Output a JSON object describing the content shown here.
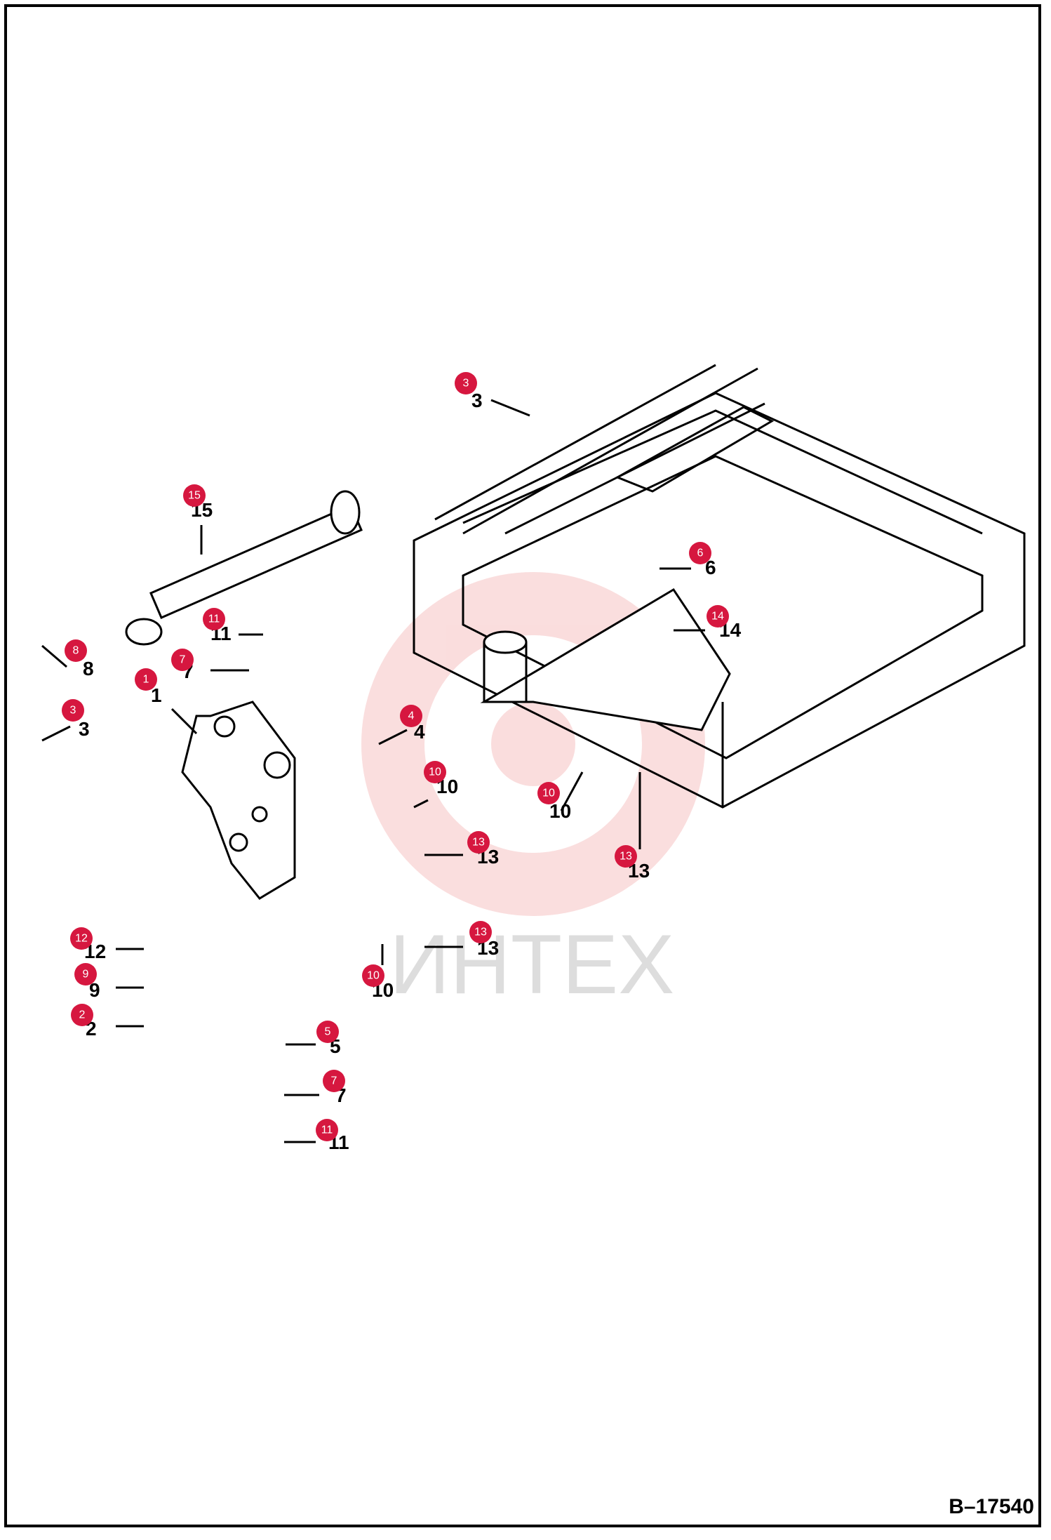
{
  "drawing_number": "B–17540",
  "watermark": {
    "text": "ИНТЕХ",
    "color": "#f4b6b6"
  },
  "badge_color": "#d6173f",
  "callouts": [
    {
      "id": "c3a",
      "label": "3",
      "badge": "3"
    },
    {
      "id": "c15",
      "label": "15",
      "badge": "15"
    },
    {
      "id": "c6",
      "label": "6",
      "badge": "6"
    },
    {
      "id": "c14",
      "label": "14",
      "badge": "14"
    },
    {
      "id": "c8",
      "label": "8",
      "badge": "8"
    },
    {
      "id": "c11a",
      "label": "11",
      "badge": "11"
    },
    {
      "id": "c7a",
      "label": "7",
      "badge": "7"
    },
    {
      "id": "c1",
      "label": "1",
      "badge": "1"
    },
    {
      "id": "c4",
      "label": "4",
      "badge": "4"
    },
    {
      "id": "c3b",
      "label": "3",
      "badge": "3"
    },
    {
      "id": "c10a",
      "label": "10",
      "badge": "10"
    },
    {
      "id": "c10b",
      "label": "10",
      "badge": "10"
    },
    {
      "id": "c13a",
      "label": "13",
      "badge": "13"
    },
    {
      "id": "c13b",
      "label": "13",
      "badge": "13"
    },
    {
      "id": "c12",
      "label": "12",
      "badge": "12"
    },
    {
      "id": "c13c",
      "label": "13",
      "badge": "13"
    },
    {
      "id": "c9",
      "label": "9",
      "badge": "9"
    },
    {
      "id": "c10c",
      "label": "10",
      "badge": "10"
    },
    {
      "id": "c2",
      "label": "2",
      "badge": "2"
    },
    {
      "id": "c5",
      "label": "5",
      "badge": "5"
    },
    {
      "id": "c7b",
      "label": "7",
      "badge": "7"
    },
    {
      "id": "c11b",
      "label": "11",
      "badge": "11"
    }
  ]
}
